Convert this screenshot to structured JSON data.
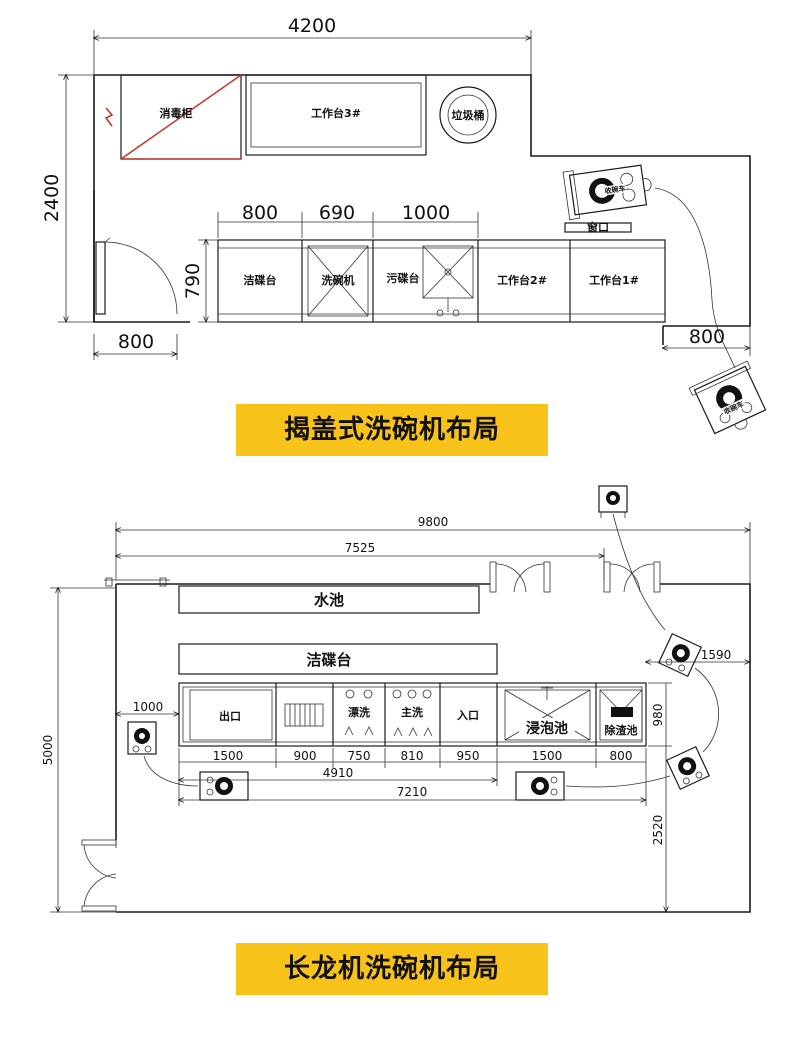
{
  "layout1": {
    "title": "揭盖式洗碗机布局",
    "dims": {
      "top_width": "4200",
      "left_height": "2400",
      "door_width": "800",
      "counter_depth": "790",
      "seg_clean": "800",
      "seg_machine": "690",
      "seg_dirty": "1000",
      "right_offset": "800"
    },
    "labels": {
      "disinfect_cabinet": "消毒柜",
      "workbench3": "工作台3#",
      "trash_bin": "垃圾桶",
      "window": "窗口",
      "clean_table": "洁碟台",
      "dishwasher": "洗碗机",
      "dirty_table": "污碟台",
      "workbench2": "工作台2#",
      "workbench1": "工作台1#",
      "cart_top": "收碗车",
      "cart_bottom": "收碗车"
    }
  },
  "layout2": {
    "title": "长龙机洗碗机布局",
    "dims": {
      "total_width": "9800",
      "inner_width": "7525",
      "height": "5000",
      "right_gap": "1590",
      "left_gap": "1000",
      "machine_depth": "980",
      "right_depth": "2520",
      "seg_exit": "1500",
      "seg_dry": "900",
      "seg_rinse": "750",
      "seg_main": "810",
      "seg_entry": "950",
      "seg_soak": "1500",
      "seg_residue": "800",
      "sum_a": "4910",
      "sum_b": "7210"
    },
    "labels": {
      "sink": "水池",
      "clean_table": "洁碟台",
      "exit": "出口",
      "rinse": "漂洗",
      "main_wash": "主洗",
      "entry": "入口",
      "soak_pool": "浸泡池",
      "residue_pool": "除渣池"
    }
  },
  "colors": {
    "banner": "#f7c21a",
    "line": "#1a1a1a",
    "accent_red": "#c0392b"
  }
}
